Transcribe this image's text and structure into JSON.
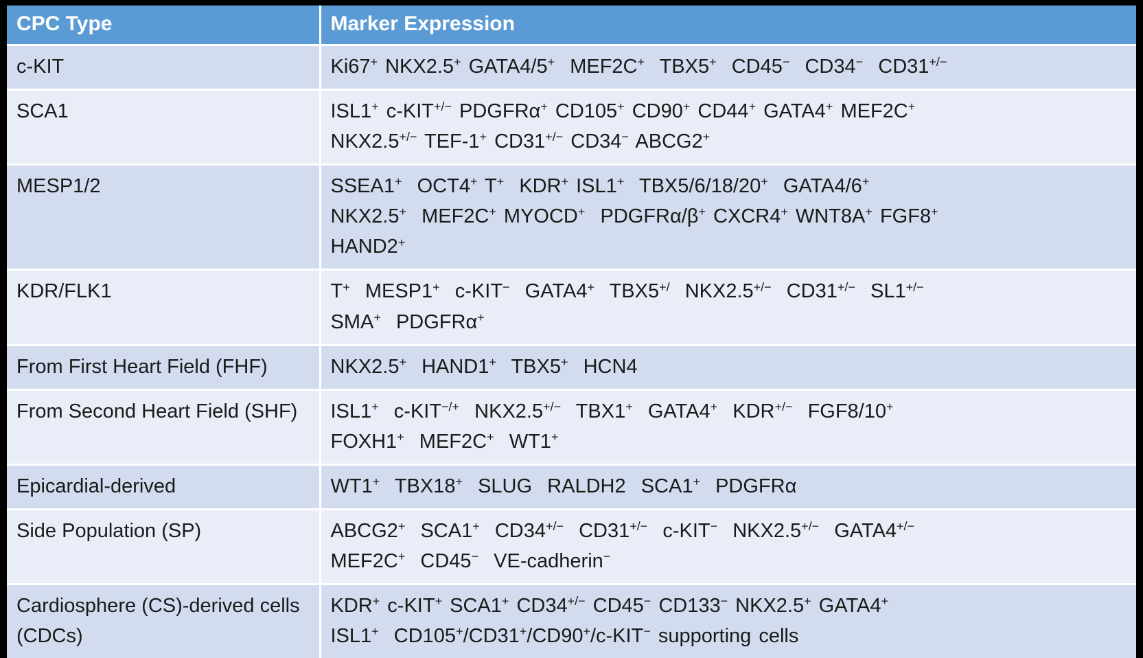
{
  "theme": {
    "header_bg": "#5b9bd5",
    "header_text": "#ffffff",
    "band_dark": "#d2dcee",
    "band_light": "#e9edf7",
    "body_text": "#1a1a1a",
    "grid_line": "#ffffff",
    "background": "#000000"
  },
  "table": {
    "columns": [
      "CPC Type",
      "Marker Expression"
    ],
    "rows": [
      {
        "type": "c-KIT",
        "marker_lines": [
          "Ki67^{+} NKX2.5^{+} GATA4/5^{+}  MEF2C^{+}  TBX5^{+}  CD45^{−}  CD34^{−}  CD31^{+/−}"
        ]
      },
      {
        "type": "SCA1",
        "marker_lines": [
          "ISL1^{+} c-KIT^{+/−} PDGFRα^{+} CD105^{+} CD90^{+} CD44^{+} GATA4^{+} MEF2C^{+}",
          "NKX2.5^{+/−} TEF-1^{+} CD31^{+/−} CD34^{−} ABCG2^{+}"
        ]
      },
      {
        "type": "MESP1/2",
        "marker_lines": [
          "SSEA1^{+}  OCT4^{+} T^{+}  KDR^{+} ISL1^{+}  TBX5/6/18/20^{+}  GATA4/6^{+}",
          "NKX2.5^{+}  MEF2C^{+} MYOCD^{+}  PDGFRα/β^{+} CXCR4^{+} WNT8A^{+} FGF8^{+}",
          "HAND2^{+}"
        ]
      },
      {
        "type": "KDR/FLK1",
        "marker_lines": [
          "T^{+}  MESP1^{+}  c-KIT^{−}  GATA4^{+}  TBX5^{+/}  NKX2.5^{+/−}  CD31^{+/−}  SL1^{+/−}",
          "SMA^{+}  PDGFRα^{+}"
        ]
      },
      {
        "type": "From First Heart Field (FHF)",
        "marker_lines": [
          "NKX2.5^{+}  HAND1^{+}  TBX5^{+}  HCN4"
        ]
      },
      {
        "type": "From Second Heart Field (SHF)",
        "marker_lines": [
          "ISL1^{+}  c-KIT^{−/+}  NKX2.5^{+/−}  TBX1^{+}  GATA4^{+}  KDR^{+/−}  FGF8/10^{+}",
          "FOXH1^{+}  MEF2C^{+}  WT1^{+}"
        ]
      },
      {
        "type": "Epicardial-derived",
        "marker_lines": [
          "WT1^{+}  TBX18^{+}  SLUG  RALDH2  SCA1^{+}  PDGFRα"
        ]
      },
      {
        "type": "Side Population (SP)",
        "marker_lines": [
          "ABCG2^{+}  SCA1^{+}  CD34^{+/−}  CD31^{+/−}  c-KIT^{−}  NKX2.5^{+/−}  GATA4^{+/−}",
          "MEF2C^{+}  CD45^{−}  VE-cadherin^{−}"
        ]
      },
      {
        "type": "Cardiosphere (CS)-derived cells (CDCs)",
        "marker_lines": [
          "KDR^{+} c-KIT^{+} SCA1^{+} CD34^{+/−} CD45^{−} CD133^{−} NKX2.5^{+} GATA4^{+}",
          "ISL1^{+}  CD105^{+}/CD31^{+}/CD90^{+}/c-KIT^{−} supporting cells"
        ]
      }
    ]
  }
}
